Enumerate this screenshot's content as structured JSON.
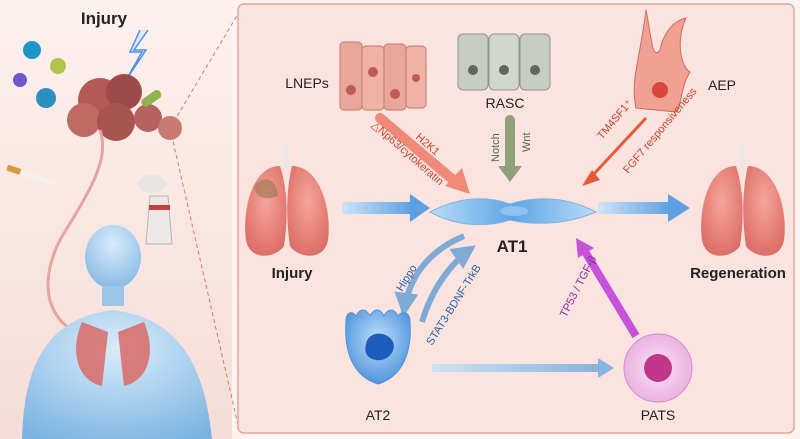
{
  "left_panel": {
    "title": "Injury"
  },
  "cells": {
    "lneps": "LNEPs",
    "rasc": "RASC",
    "aep": "AEP",
    "at1": "AT1",
    "at2": "AT2",
    "pats": "PATS"
  },
  "stages": {
    "injury": "Injury",
    "regeneration": "Regeneration"
  },
  "pathways": {
    "h2k1": "H2K1",
    "np63": "△Np63/cytokeratin",
    "notch": "Notch",
    "wnt": "Wnt",
    "tm4sf1": "TM4SF1⁺",
    "fgf7": "FGF7 responsiveness",
    "hippo": "Hippo",
    "stat3": "STAT3-BDNF-TrkB",
    "tp53": "TP53 / TGF-β"
  },
  "colors": {
    "panel_border": "#e3a59b",
    "panel_bg": "#fbe4e0",
    "lnep_arrow": "#f08a78",
    "rasc_arrow": "#8fa07a",
    "aep_arrow": "#e8593a",
    "blue_arrow": "#6aa8e4",
    "pats_arrow": "#c552d8",
    "pathway_red": "#c8432d",
    "pathway_green": "#4f6b3a",
    "pathway_blue": "#2b5fa8",
    "pathway_purple": "#8a28a6"
  }
}
